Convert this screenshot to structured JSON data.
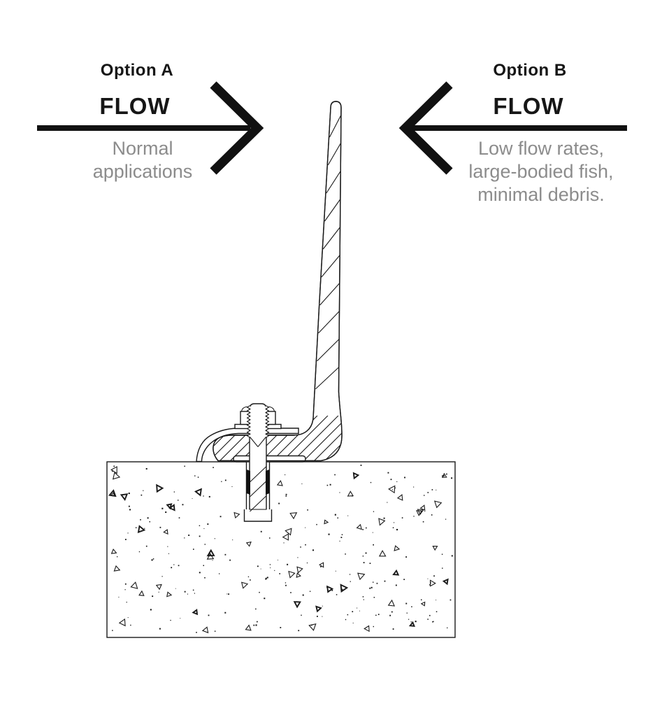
{
  "page": {
    "background": "#ffffff"
  },
  "colors": {
    "ink": "#161616",
    "line": "#1a1a1a",
    "gray_text": "#8c8c8c"
  },
  "options": {
    "a": {
      "title": "Option A",
      "flow_label": "FLOW",
      "arrow_icon": "flow-arrow-right-icon",
      "arrow_direction": "right",
      "description": "Normal applications",
      "description_lines": [
        "Normal",
        "applications"
      ]
    },
    "b": {
      "title": "Option B",
      "flow_label": "FLOW",
      "arrow_icon": "flow-arrow-left-icon",
      "arrow_direction": "left",
      "description": "Low flow rates, large-bodied fish, minimal debris.",
      "description_lines": [
        "Low flow rates,",
        "large-bodied fish,",
        "minimal debris."
      ]
    }
  },
  "diagram": {
    "parts": [
      "baffle-blade",
      "clamp-strap",
      "hex-nut",
      "washer",
      "threaded-rod",
      "base-plate",
      "expansion-anchor",
      "concrete-block"
    ]
  }
}
